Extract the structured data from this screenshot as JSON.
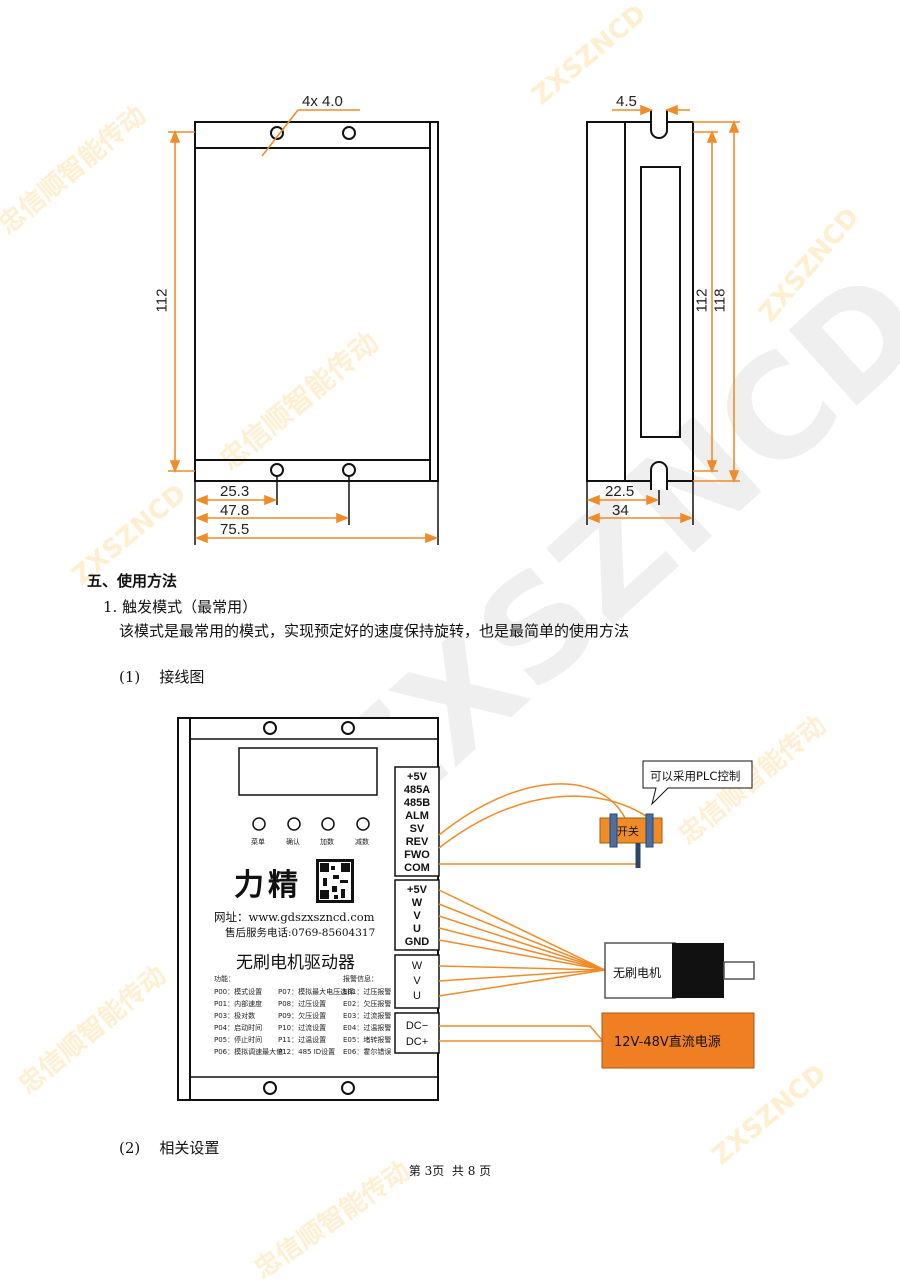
{
  "watermark": {
    "brand": "ZXSZNCD",
    "company": "忠信顺智能传动",
    "color": "#f5c36b"
  },
  "dimensions": {
    "front": {
      "hole": "4x  4.0",
      "height": "112",
      "w1": "25.3",
      "w2": "47.8",
      "width": "75.5"
    },
    "side": {
      "slot": "4.5",
      "h_inner": "112",
      "h_outer": "118",
      "d1": "22.5",
      "d2": "34"
    }
  },
  "section": {
    "heading": "五、使用方法",
    "subheading": "1. 触发模式（最常用）",
    "paragraph": "该模式是最常用的模式，实现预定好的速度保持旋转，也是最简单的使用方法",
    "wiring_label": "(1)    接线图",
    "settings_label": "(2)    相关设置"
  },
  "driver": {
    "buttons": [
      "菜单",
      "确认",
      "加数",
      "减数"
    ],
    "brand": "力精",
    "website": "网址：www.gdszxszncd.com",
    "service": "售后服务电话:0769-85604317",
    "product": "无刷电机驱动器",
    "col1_title": "功能：",
    "col1": [
      "P00：模式设置",
      "P01：内部速度",
      "P03：极对数",
      "P04：启动时间",
      "P05：停止时间",
      "P06：模拟调速最大值"
    ],
    "col2": [
      "P07：模拟最大电压选择",
      "P08：过压设置",
      "P09：欠压设置",
      "P10：过流设置",
      "P11：过温设置",
      "P12：485 ID设置"
    ],
    "col3_title": "报警信息：",
    "col3": [
      "E01：过压报警",
      "E02：欠压报警",
      "E03：过流报警",
      "E04：过温报警",
      "E05：堵转报警",
      "E06：霍尔错误"
    ]
  },
  "terminals": {
    "control": [
      "+5V",
      "485A",
      "485B",
      "ALM",
      "SV",
      "REV",
      "FWO",
      "COM"
    ],
    "hall": [
      "+5V",
      "W",
      "V",
      "U",
      "GND"
    ],
    "motor": [
      "W",
      "V",
      "U"
    ],
    "power": [
      "DC−",
      "DC+"
    ]
  },
  "devices": {
    "plc_note": "可以采用PLC控制",
    "switch": "开关",
    "motor": "无刷电机",
    "power_supply": "12V-48V直流电源"
  },
  "colors": {
    "orange": "#f08c28",
    "supply": "#f07e23",
    "line": "#111111"
  },
  "footer": "第 3页  共 8 页"
}
